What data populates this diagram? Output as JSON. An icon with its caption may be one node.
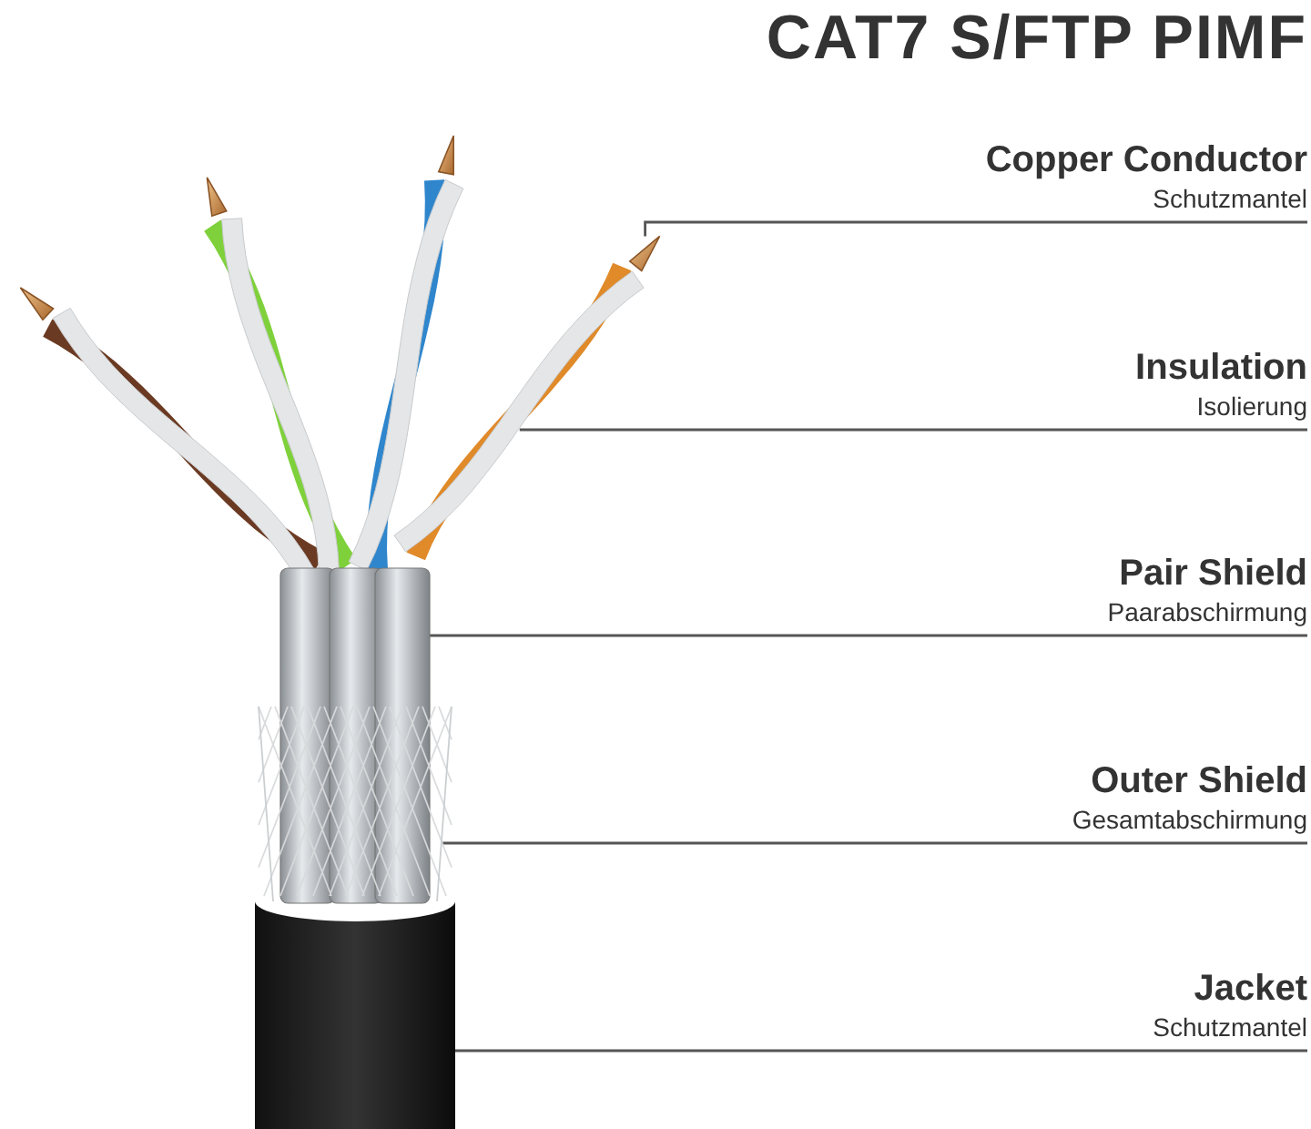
{
  "diagram": {
    "title": "CAT7 S/FTP PIMF",
    "nodes": [
      {
        "text": [
          "Copper Conductor",
          "Schutzmantel"
        ]
      },
      {
        "text": [
          "Insulation",
          "Isolierung"
        ]
      },
      {
        "text": [
          "Pair Shield",
          "Paarabschirmung"
        ]
      },
      {
        "text": [
          "Outer Shield",
          "Gesamtabschirmung"
        ]
      },
      {
        "text": [
          "Jacket",
          "Schutzmantel"
        ]
      },
      {
        "text": [],
        "shape": "picture"
      },
      {
        "text": [],
        "shape": "picture"
      },
      {
        "text": [],
        "shape": "picture"
      },
      {
        "text": [],
        "shape": "picture"
      },
      {
        "text": [],
        "shape": "picture"
      }
    ],
    "edges": [
      {
        "from": 0,
        "to": 5,
        "arrow": "none"
      },
      {
        "from": 1,
        "to": 6,
        "arrow": "none"
      },
      {
        "from": 2,
        "to": 7,
        "arrow": "none"
      },
      {
        "from": 3,
        "to": 8,
        "arrow": "none"
      },
      {
        "from": 4,
        "to": 9,
        "arrow": "none"
      }
    ]
  }
}
